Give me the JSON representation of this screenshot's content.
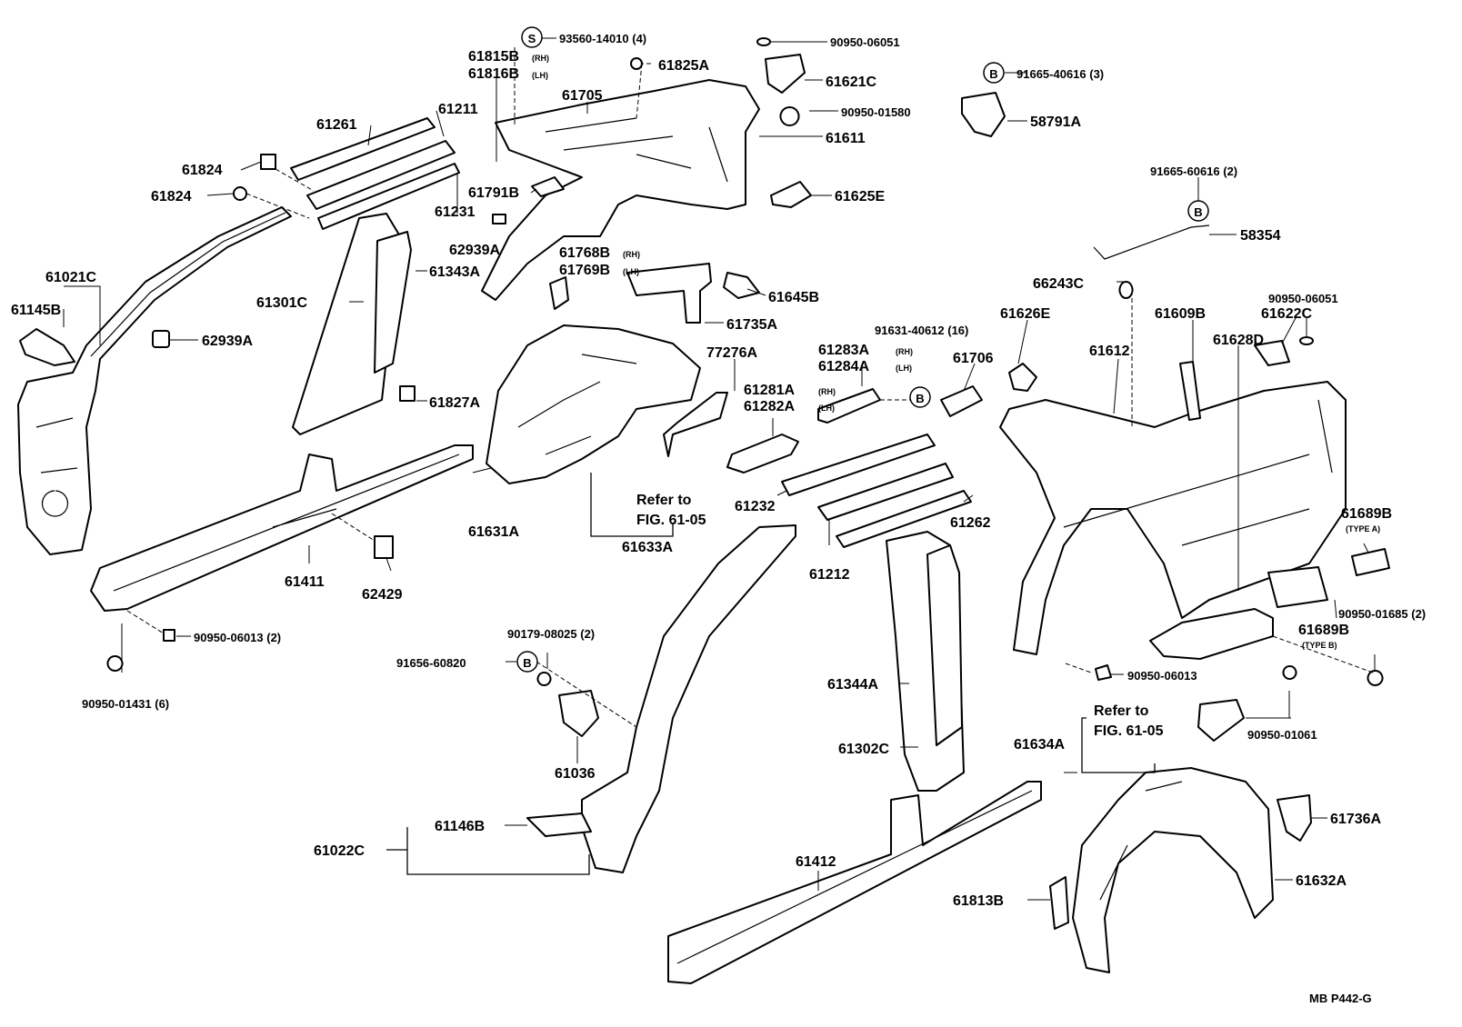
{
  "diagram": {
    "footer_code": "MB  P442-G",
    "labels": {
      "p93560": "93560-14010 (4)",
      "p61815b": "61815B",
      "p61816b": "61816B",
      "p61825a": "61825A",
      "p90950_06051_top": "90950-06051",
      "p61621c": "61621C",
      "p91665_40616": "91665-40616 (3)",
      "p58791a": "58791A",
      "p61705": "61705",
      "p90950_01580": "90950-01580",
      "p61261": "61261",
      "p61211": "61211",
      "p61611": "61611",
      "p61824_a": "61824",
      "p61824_b": "61824",
      "p61791b": "61791B",
      "p61231": "61231",
      "p61625e": "61625E",
      "p91665_60616": "91665-60616 (2)",
      "p62939a_top": "62939A",
      "p58354": "58354",
      "p61021c": "61021C",
      "p61768b": "61768B",
      "p61769b": "61769B",
      "p61343a": "61343A",
      "p61645b": "61645B",
      "p66243c": "66243C",
      "p90950_06051_r": "90950-06051",
      "p61145b": "61145B",
      "p61301c": "61301C",
      "p61735a": "61735A",
      "p61626e": "61626E",
      "p61609b": "61609B",
      "p61622c": "61622C",
      "p91631_40612": "91631-40612 (16)",
      "p62939a_l": "62939A",
      "p77276a": "77276A",
      "p61283a": "61283A",
      "p61284a": "61284A",
      "p61706": "61706",
      "p61612": "61612",
      "p61628d": "61628D",
      "p61827a": "61827A",
      "p61281a": "61281A",
      "p61282a": "61282A",
      "refer1_a": "Refer to",
      "refer1_b": "FIG. 61-05",
      "p61232": "61232",
      "p61262": "61262",
      "p61631a": "61631A",
      "p61633a": "61633A",
      "p61689b_a": "61689B",
      "p61411": "61411",
      "p62429": "62429",
      "p61212": "61212",
      "p90950_01685": "90950-01685 (2)",
      "p61689b_b": "61689B",
      "p90950_06013_l": "90950-06013 (2)",
      "p90179_08025": "90179-08025 (2)",
      "p91656_60820": "91656-60820",
      "p61344a": "61344A",
      "p90950_06013_r": "90950-06013",
      "p90950_01431": "90950-01431 (6)",
      "refer2_a": "Refer to",
      "refer2_b": "FIG. 61-05",
      "p90950_01061": "90950-01061",
      "p61036": "61036",
      "p61302c": "61302C",
      "p61634a": "61634A",
      "p61146b": "61146B",
      "p61736a": "61736A",
      "p61022c": "61022C",
      "p61412": "61412",
      "p61632a": "61632A",
      "p61813b": "61813B"
    },
    "tags": {
      "rh": "(RH)",
      "lh": "(LH)",
      "type_a": "(TYPE A)",
      "type_b": "(TYPE B)"
    },
    "symbols": {
      "s": "S",
      "b": "B"
    }
  }
}
